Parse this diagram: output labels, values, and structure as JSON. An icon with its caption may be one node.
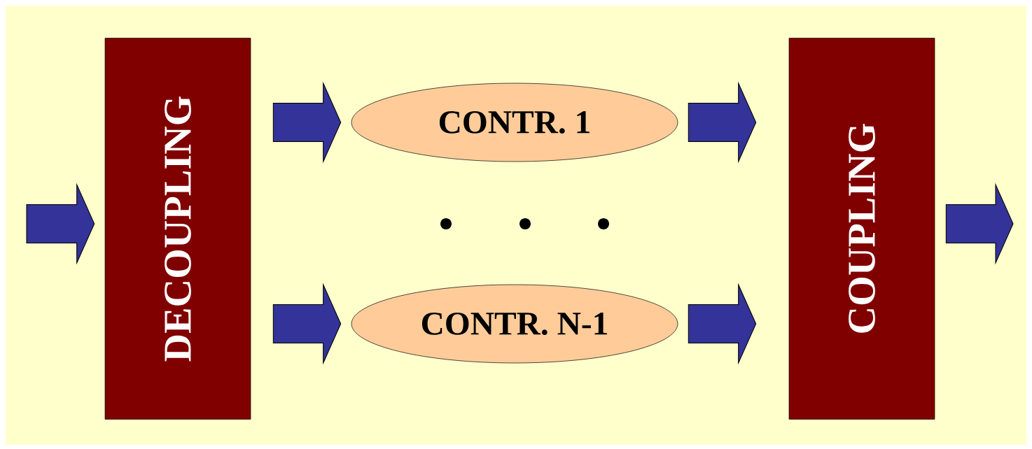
{
  "diagram": {
    "nodes": [
      {
        "text": [
          "DECOUPLING"
        ]
      },
      {
        "text": [
          "CONTR. 1"
        ]
      },
      {
        "text": [
          "CONTR. N-1"
        ]
      },
      {
        "text": [
          "COUPLING"
        ]
      }
    ],
    "edges": [
      {
        "from": null,
        "to": 0,
        "arrow": "to"
      },
      {
        "from": 0,
        "to": 1,
        "arrow": "to"
      },
      {
        "from": 0,
        "to": 2,
        "arrow": "to"
      },
      {
        "from": 1,
        "to": 3,
        "arrow": "to"
      },
      {
        "from": 2,
        "to": 3,
        "arrow": "to"
      },
      {
        "from": 3,
        "to": null,
        "arrow": "to"
      }
    ]
  }
}
